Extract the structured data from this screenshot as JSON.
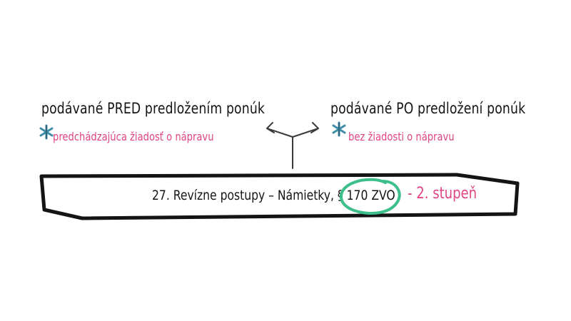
{
  "left": {
    "heading": "podávané PRED predložením ponúk",
    "note": "predchádzajúca žiadosť o nápravu"
  },
  "right": {
    "heading": "podávané PO predložení ponúk",
    "note": "bez žiadosti o nápravu"
  },
  "banner": {
    "text": "27. Revízne postupy – Námietky, § 170 ZVO",
    "stage": "- 2. stupeň"
  },
  "colors": {
    "accent_pink": "#e04584",
    "circle_green": "#3cbf8a",
    "star_blue": "#3f8ea8",
    "ink": "#141414"
  },
  "icons": {
    "star": "asterisk-icon",
    "arrows": "fork-arrow-icon"
  }
}
